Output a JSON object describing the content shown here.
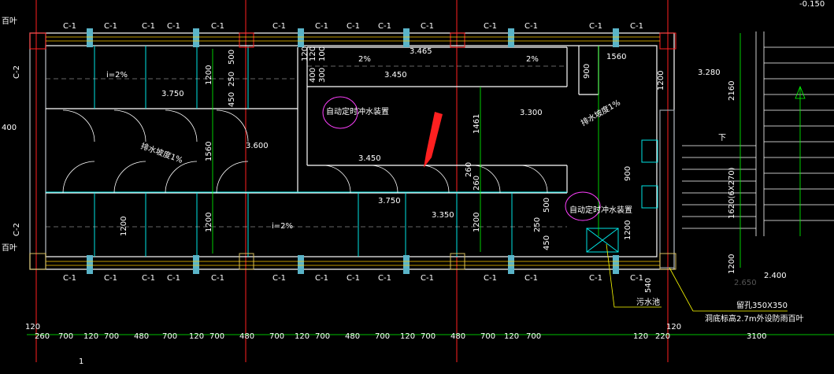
{
  "colors": {
    "background": "#000000",
    "wall": "#ffffff",
    "grid_axis": "#ff2020",
    "dimension": "#00ff00",
    "fixture": "#00e5e5",
    "hatch": "#9aa0a6",
    "column": "#d8c060",
    "note": "#ff40ff",
    "pointer": "#ff2020",
    "leader": "#ffff00"
  },
  "window_labels_top": [
    "C-1",
    "C-1",
    "C-1",
    "C-1",
    "C-1",
    "C-1",
    "C-1",
    "C-1",
    "C-1",
    "C-1",
    "C-1",
    "C-1",
    "C-1",
    "C-1"
  ],
  "window_labels_bottom": [
    "C-1",
    "C-1",
    "C-1",
    "C-1",
    "C-1",
    "C-1",
    "C-1",
    "C-1",
    "C-1",
    "C-1",
    "C-1",
    "C-1",
    "C-1",
    "C-1"
  ],
  "side_labels": {
    "left_top": "C-2",
    "left_bottom": "C-2"
  },
  "edge_texts": {
    "top_left": "百叶",
    "mid_left": "400",
    "bottom_left": "百叶",
    "top_right": "-0.150",
    "bottom_num": "1"
  },
  "levels": [
    "3.465",
    "3.450",
    "3.750",
    "3.600",
    "3.300",
    "3.450",
    "3.750",
    "3.350",
    "3.280",
    "2.400"
  ],
  "slopes": [
    "2%",
    "2%",
    "i=2%",
    "i=2%"
  ],
  "drain_notes": [
    "排水坡度1%",
    "排水坡度1%"
  ],
  "annotations": {
    "flush_1": "自动定时冲水装置",
    "flush_2": "自动定时冲水装置",
    "sewage": "污水池",
    "vent_hole": "留孔350X350",
    "vent_note": "洞底标高2.7m外设防雨百叶",
    "stair_down": "下",
    "ghost": "2.650"
  },
  "vertical_dims": [
    "1200",
    "250",
    "500",
    "450",
    "1560",
    "1200",
    "450",
    "250",
    "500",
    "1200",
    "1461",
    "260",
    "260",
    "1200",
    "900",
    "1200",
    "900",
    "1200",
    "2160",
    "1620(6X270)",
    "1200",
    "1560",
    "400",
    "120",
    "100",
    "300",
    "120",
    "540"
  ],
  "bottom_dims": [
    "120",
    "260",
    "700",
    "120",
    "700",
    "480",
    "700",
    "120",
    "700",
    "480",
    "700",
    "120",
    "700",
    "480",
    "700",
    "120",
    "700",
    "480",
    "700",
    "120",
    "700",
    "120",
    "220",
    "3100"
  ],
  "bottom_dim_extra": [
    "120"
  ]
}
